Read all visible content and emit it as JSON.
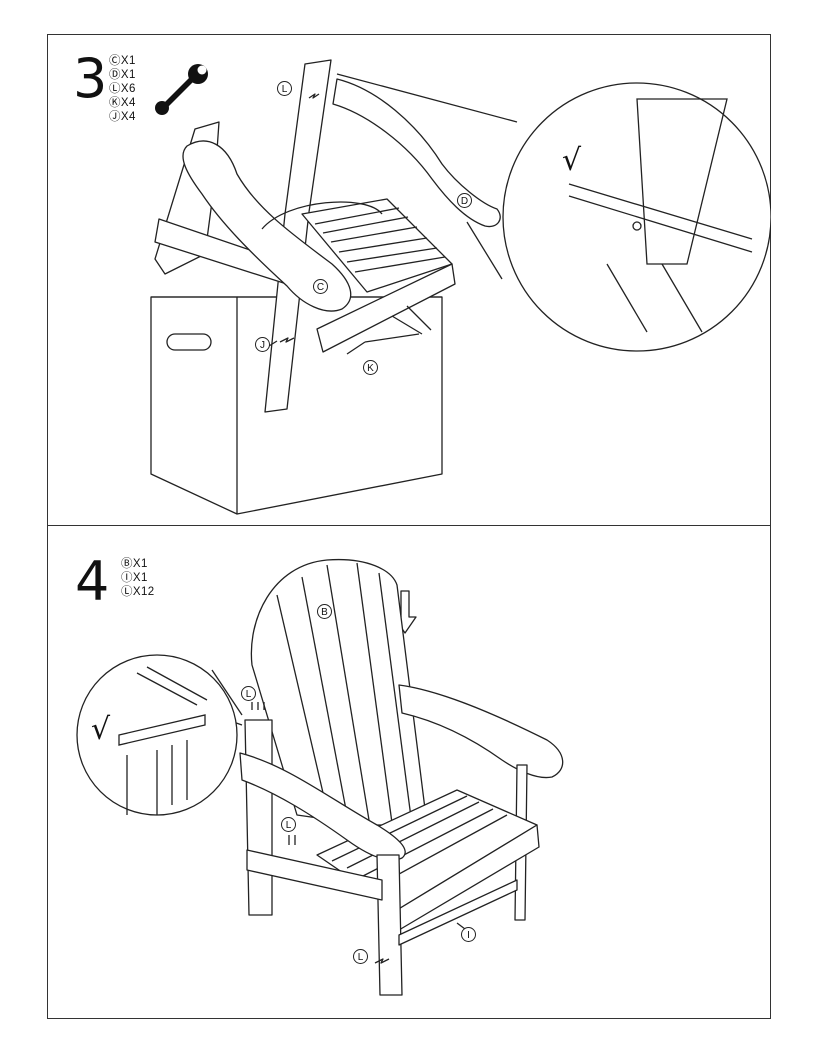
{
  "steps": [
    {
      "number": "3",
      "parts": [
        "ⒸX1",
        "ⒹX1",
        "ⓁX6",
        "ⓀX4",
        "ⒿX4"
      ],
      "callouts": {
        "L": "L",
        "D": "D",
        "C": "C",
        "J": "J",
        "K": "K"
      },
      "check_mark": "√",
      "icon": "wrench-icon"
    },
    {
      "number": "4",
      "parts": [
        "ⒷX1",
        "ⒾX1",
        "ⓁX12"
      ],
      "callouts": {
        "B": "B",
        "L_top": "L",
        "L_mid": "L",
        "L_bottom": "L",
        "I": "I"
      },
      "check_mark": "√",
      "icon": "down-arrow-icon"
    }
  ]
}
